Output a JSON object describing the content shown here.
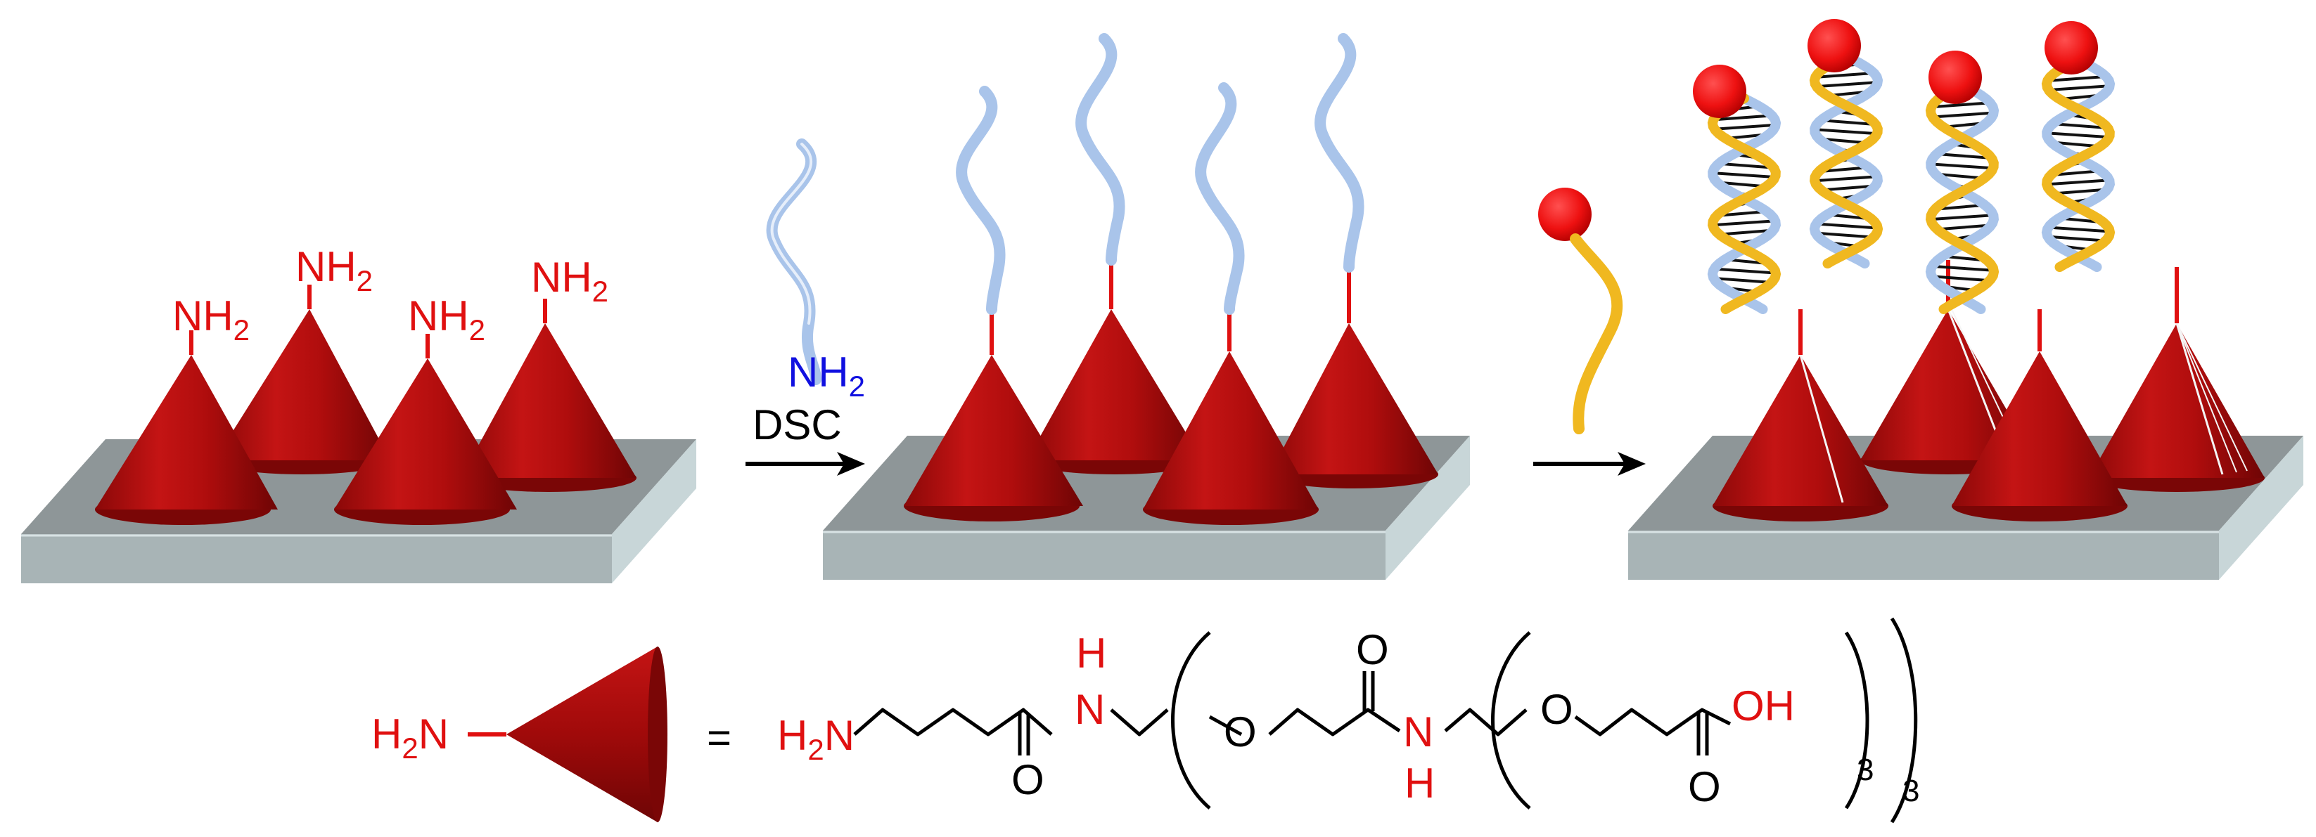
{
  "colors": {
    "amine_red": "#e01010",
    "amine_blue": "#1010e0",
    "cone_red": "#b50e0e",
    "cone_dark": "#7a0606",
    "slab_top": "#8e9698",
    "slab_front": "#a8b4b6",
    "slab_side": "#c8d6d8",
    "strand_blue": "#a9c4ea",
    "strand_gold": "#f0b820",
    "label_dot": "#ee1111"
  },
  "labels": {
    "nh2": "NH",
    "sub2": "2",
    "dsc": "DSC",
    "equals": "=",
    "legend_h2n_h": "H",
    "legend_h2n_2": "2",
    "legend_h2n_n": "N"
  },
  "formula": {
    "h2n_h": "H",
    "h2n_2": "2",
    "h2n_n": "N",
    "amide1_n": "N",
    "amide1_h": "H",
    "amide1_o": "O",
    "ether1_o": "O",
    "amide2_o": "O",
    "amide2_n": "N",
    "amide2_h": "H",
    "ether2_o": "O",
    "acid_o": "O",
    "acid_oh": "OH",
    "sub_inner": "3",
    "sub_outer": "3"
  }
}
